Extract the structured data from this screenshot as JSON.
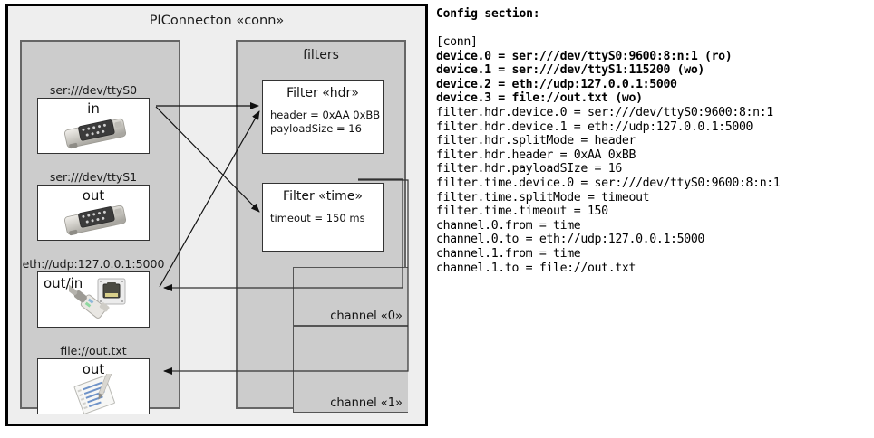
{
  "diagram": {
    "title": "PIConnecton «conn»",
    "devices_group": {
      "title": "",
      "items": [
        {
          "label": "ser:///dev/ttyS0",
          "io": "in",
          "icon": "serial-port-icon"
        },
        {
          "label": "ser:///dev/ttyS1",
          "io": "out",
          "icon": "serial-port-icon"
        },
        {
          "label": "eth://udp:127.0.0.1:5000",
          "io": "out/in",
          "icon": "ethernet-jack-icon"
        },
        {
          "label": "file://out.txt",
          "io": "out",
          "icon": "text-file-icon"
        }
      ]
    },
    "filters_group": {
      "title": "filters",
      "filters": [
        {
          "title": "Filter «hdr»",
          "props": [
            "header = 0xAA 0xBB",
            "payloadSize = 16"
          ]
        },
        {
          "title": "Filter «time»",
          "props": [
            "timeout = 150 ms"
          ]
        }
      ],
      "channels": [
        {
          "label": "channel «0»"
        },
        {
          "label": "channel «1»"
        }
      ]
    },
    "colors": {
      "frame_bg": "#eeeeee",
      "group_bg": "#cccccc",
      "box_bg": "#ffffff",
      "border": "#333333",
      "group_border": "#666666"
    }
  },
  "config": {
    "heading": "Config section:",
    "lines": [
      {
        "text": "[conn]",
        "bold": false
      },
      {
        "text": "device.0 = ser:///dev/ttyS0:9600:8:n:1 (ro)",
        "bold": true
      },
      {
        "text": "device.1 = ser:///dev/ttyS1:115200 (wo)",
        "bold": true
      },
      {
        "text": "device.2 = eth://udp:127.0.0.1:5000",
        "bold": true
      },
      {
        "text": "device.3 = file://out.txt (wo)",
        "bold": true
      },
      {
        "text": "filter.hdr.device.0 = ser:///dev/ttyS0:9600:8:n:1",
        "bold": false
      },
      {
        "text": "filter.hdr.device.1 = eth://udp:127.0.0.1:5000",
        "bold": false
      },
      {
        "text": "filter.hdr.splitMode = header",
        "bold": false
      },
      {
        "text": "filter.hdr.header = 0xAA 0xBB",
        "bold": false
      },
      {
        "text": "filter.hdr.payloadSIze = 16",
        "bold": false
      },
      {
        "text": "filter.time.device.0 = ser:///dev/ttyS0:9600:8:n:1",
        "bold": false
      },
      {
        "text": "filter.time.splitMode = timeout",
        "bold": false
      },
      {
        "text": "filter.time.timeout = 150",
        "bold": false
      },
      {
        "text": "channel.0.from = time",
        "bold": false
      },
      {
        "text": "channel.0.to = eth://udp:127.0.0.1:5000",
        "bold": false
      },
      {
        "text": "channel.1.from = time",
        "bold": false
      },
      {
        "text": "channel.1.to = file://out.txt",
        "bold": false
      }
    ]
  }
}
